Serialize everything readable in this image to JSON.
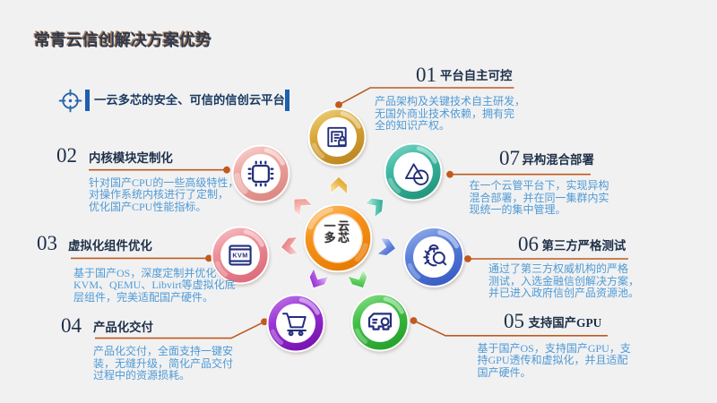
{
  "slide": {
    "title": "常青云信创解决方案优势",
    "subtitle": "一云多芯的安全、可信的信创云平台",
    "center_label": "一云\n多芯",
    "items": [
      {
        "number": "01",
        "title": "平台自主可控",
        "desc": "产品架构及关键技术自主研发，\n无国外商业技术依赖，拥有完\n全的知识产权。",
        "icon": "document-lock-icon",
        "color": "#d8a839"
      },
      {
        "number": "02",
        "title": "内核模块定制化",
        "desc": "针对国产CPU的一些高级特性，\n对操作系统内核进行了定制，\n优化国产CPU性能指标。",
        "icon": "cpu-chip-icon",
        "color": "#eda6a1"
      },
      {
        "number": "03",
        "title": "虚拟化组件优化",
        "desc": "基于国产OS，深度定制并优化\nKVM、QEMU、Libvirt等虚拟化底\n层组件，完美适配国产硬件。",
        "icon": "kvm-server-icon",
        "color": "#ed8f98"
      },
      {
        "number": "04",
        "title": "产品化交付",
        "desc": "产品化交付，全面支持一键安\n装，无缝升级，简化产品交付\n过程中的资源损耗。",
        "icon": "shopping-cart-icon",
        "color": "#9b35d6"
      },
      {
        "number": "05",
        "title": "支持国产GPU",
        "desc": "基于国产OS，支持国产GPU，支\n持GPU透传和虚拟化，并且适配\n国产硬件。",
        "icon": "gpu-card-icon",
        "color": "#41c046"
      },
      {
        "number": "06",
        "title": "第三方严格测试",
        "desc": "通过了第三方权威机构的严格\n测试，入选金融信创解决方案，\n并已进入政府信创产品资源池。",
        "icon": "bug-scan-icon",
        "color": "#5c81da"
      },
      {
        "number": "07",
        "title": "异构混合部署",
        "desc": "在一个云管平台下，实现异构\n混合部署，并在同一集群内实\n现统一的集中管理。",
        "icon": "hybrid-shapes-icon",
        "color": "#3db9a3"
      }
    ],
    "kvm_icon_label": "KVM",
    "palette": {
      "background": "#f1f1f2",
      "heading_navy": "#1e3048",
      "description_blue": "#4f9ad4",
      "connector_brown": "#bc5b1e",
      "dot_orange": "#c25a1d",
      "hub_orange": "#f6921e",
      "accent_bar_blue": "#1e5fae",
      "gold": "#d8a839",
      "salmon": "#eda6a1",
      "pink": "#ed8f98",
      "purple": "#9b35d6",
      "green": "#41c046",
      "blue": "#5c81da",
      "teal": "#3db9a3"
    }
  }
}
